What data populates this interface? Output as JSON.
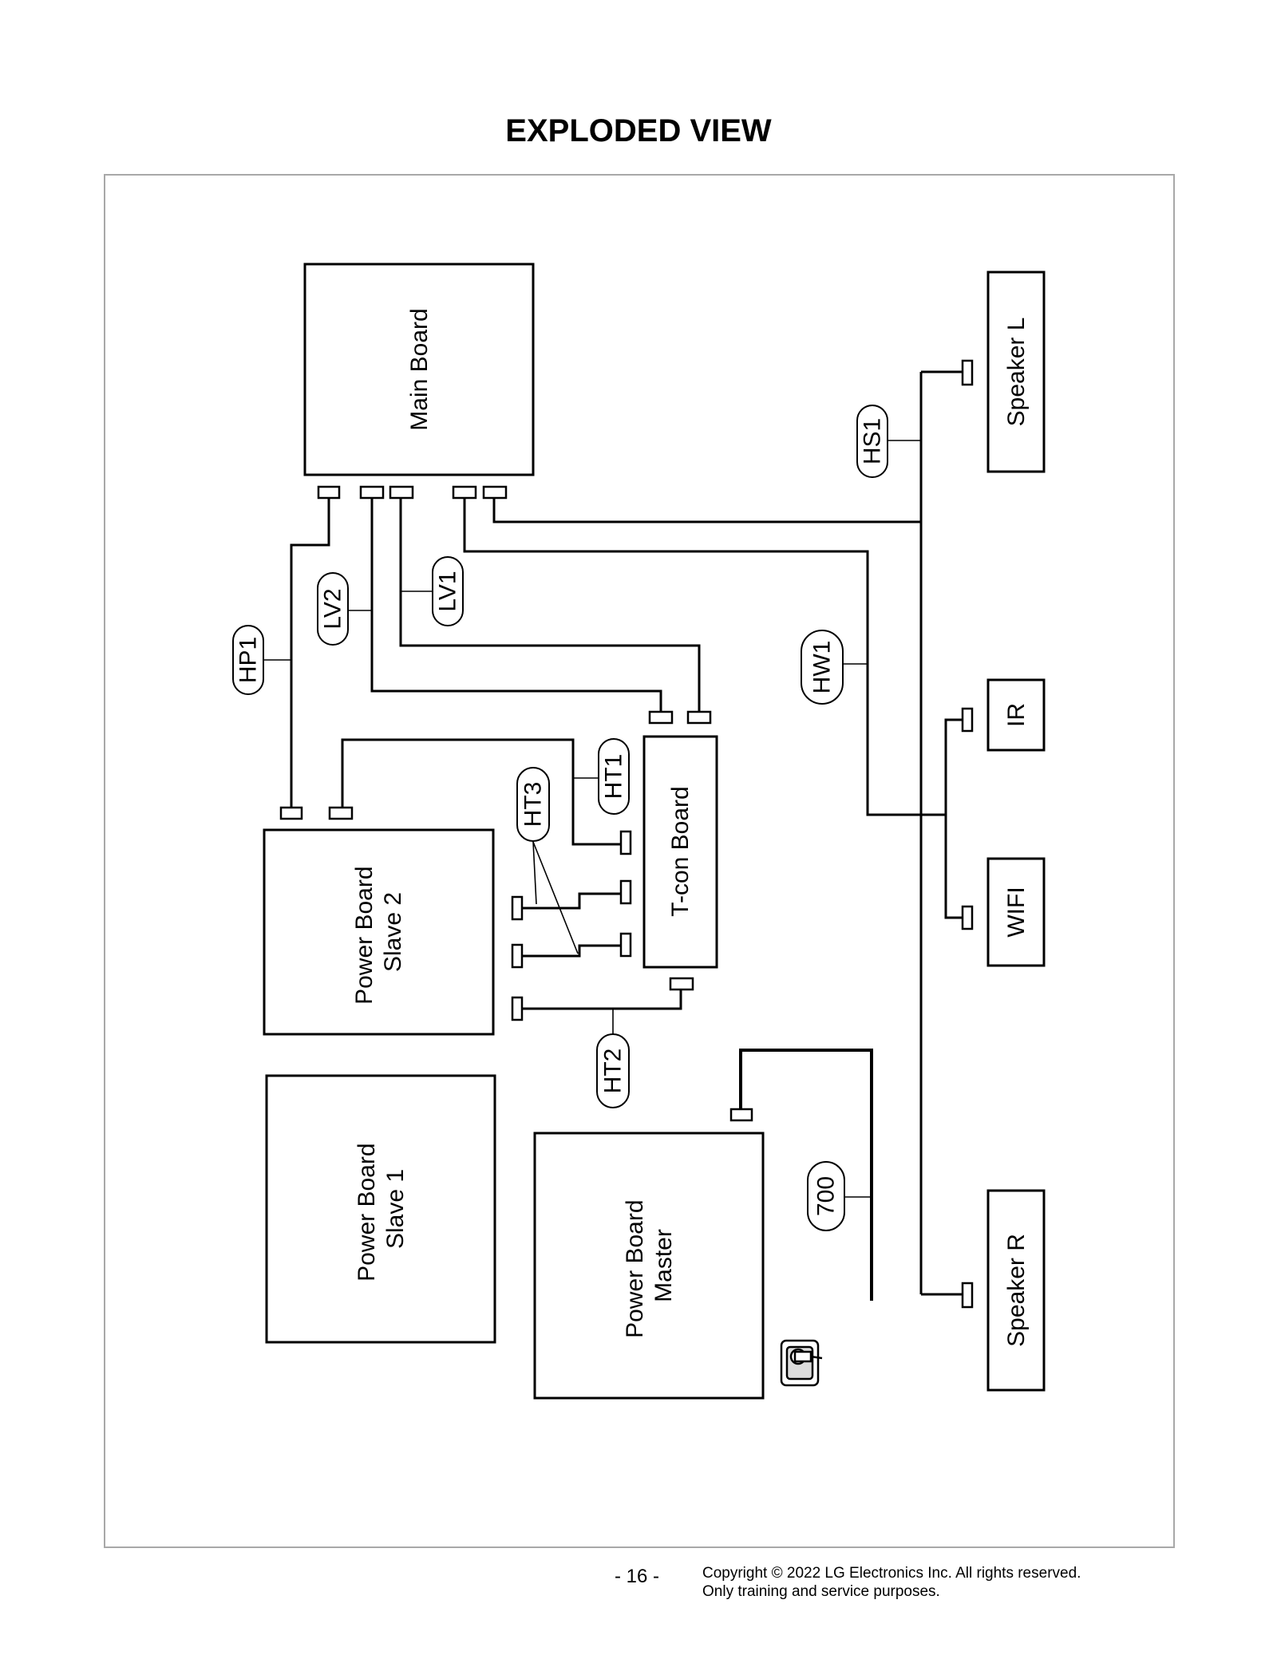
{
  "page": {
    "title": "EXPLODED VIEW",
    "page_number": "- 16 -",
    "copyright_line1": "Copyright © 2022  LG Electronics Inc. All rights reserved.",
    "copyright_line2": "Only training and service purposes."
  },
  "boards": {
    "main_board": [
      "Main Board"
    ],
    "power_board_slave_2": [
      "Power Board",
      "Slave 2"
    ],
    "power_board_slave_1": [
      "Power Board",
      "Slave 1"
    ],
    "power_board_master": [
      "Power Board",
      "Master"
    ],
    "tcon_board": [
      "T-con Board"
    ],
    "speaker_l": [
      "Speaker L"
    ],
    "ir": [
      "IR"
    ],
    "wifi": [
      "WIFI"
    ],
    "speaker_r": [
      "Speaker R"
    ]
  },
  "cables": {
    "hp1": "HP1",
    "lv2": "LV2",
    "lv1": "LV1",
    "hw1": "HW1",
    "hs1": "HS1",
    "ht1": "HT1",
    "ht3": "HT3",
    "ht2": "HT2",
    "power_cord": "700"
  }
}
